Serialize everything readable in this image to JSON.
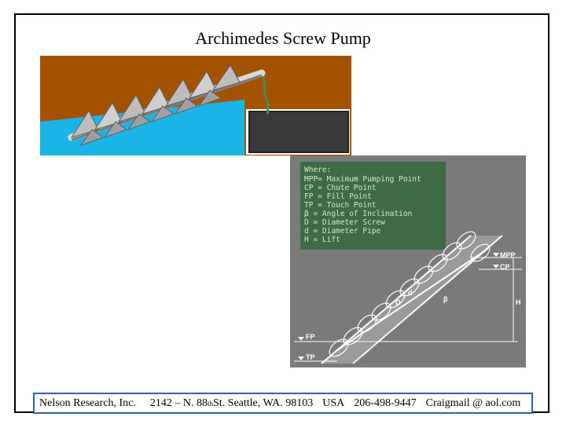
{
  "slide": {
    "title": "Archimedes Screw Pump"
  },
  "diagram_legend": {
    "heading": "Where:",
    "lines": [
      "MPP= Maximum Pumping Point",
      " CP = Chute Point",
      " FP = Fill Point",
      " TP = Touch Point",
      " β = Angle of Inclination",
      " D = Diameter Screw",
      " d = Diameter Pipe",
      " H = Lift"
    ],
    "point_labels": {
      "mpp": "MPP",
      "cp": "CP",
      "fp": "FP",
      "tp": "TP",
      "h": "H",
      "d_small": "d",
      "d_large": "D",
      "beta": "β"
    }
  },
  "footer": {
    "company": "Nelson Research, Inc.",
    "address_pre": "2142 – N. 88",
    "address_sup": "th",
    "address_post": " St. Seattle, WA. 98103",
    "country": "USA",
    "phone": "206-498-9447",
    "email": "Craigmail @ aol.com"
  },
  "colors": {
    "soil": "#a35200",
    "water": "#1ab4e6",
    "tank": "#3a3a3a",
    "panel_gray": "#7a7a7a",
    "legend_board": "#3c6b45",
    "footer_border": "#2f5fb0"
  }
}
